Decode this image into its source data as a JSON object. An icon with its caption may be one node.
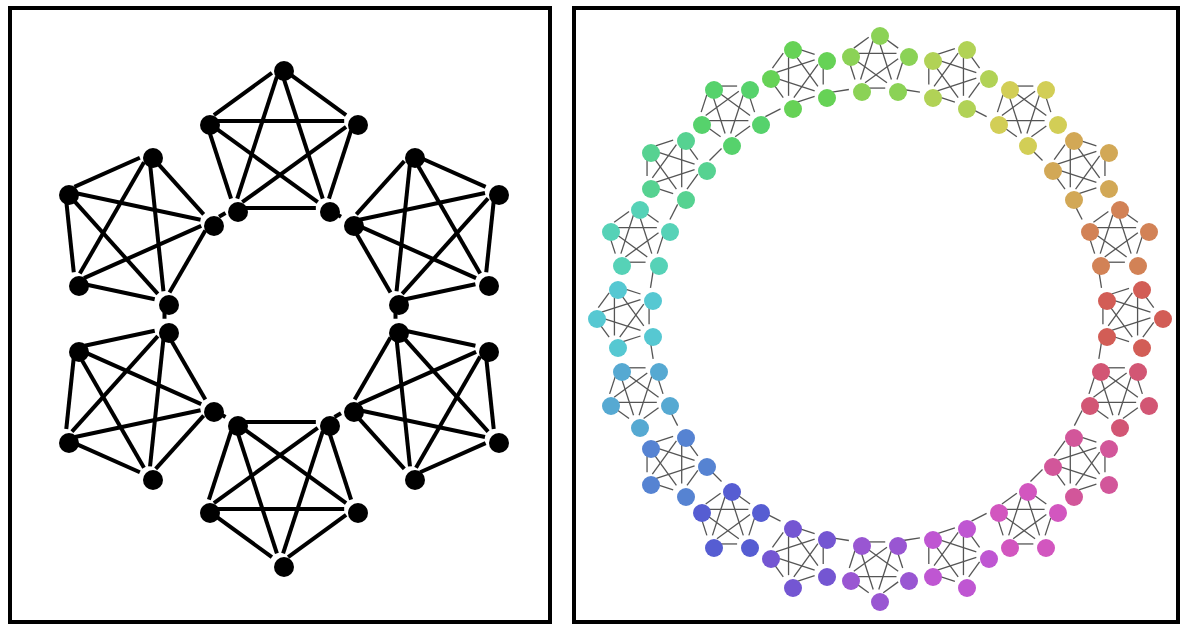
{
  "diagram": {
    "nodes": [
      {
        "text": [],
        "shape": "box"
      },
      {
        "text": [],
        "shape": "box"
      },
      {
        "text": [],
        "shape": "circle",
        "in": 0
      },
      {
        "text": [],
        "shape": "circle",
        "in": 0
      },
      {
        "text": [],
        "shape": "circle",
        "in": 0
      },
      {
        "text": [],
        "shape": "circle",
        "in": 0
      },
      {
        "text": [],
        "shape": "circle",
        "in": 0
      },
      {
        "text": [],
        "shape": "circle",
        "in": 0
      },
      {
        "text": [],
        "shape": "circle",
        "in": 0
      },
      {
        "text": [],
        "shape": "circle",
        "in": 0
      },
      {
        "text": [],
        "shape": "circle",
        "in": 0
      },
      {
        "text": [],
        "shape": "circle",
        "in": 0
      },
      {
        "text": [],
        "shape": "circle",
        "in": 0
      },
      {
        "text": [],
        "shape": "circle",
        "in": 0
      },
      {
        "text": [],
        "shape": "circle",
        "in": 0
      },
      {
        "text": [],
        "shape": "circle",
        "in": 0
      },
      {
        "text": [],
        "shape": "circle",
        "in": 0
      },
      {
        "text": [],
        "shape": "circle",
        "in": 0
      },
      {
        "text": [],
        "shape": "circle",
        "in": 0
      },
      {
        "text": [],
        "shape": "circle",
        "in": 0
      },
      {
        "text": [],
        "shape": "circle",
        "in": 0
      },
      {
        "text": [],
        "shape": "circle",
        "in": 0
      },
      {
        "text": [],
        "shape": "circle",
        "in": 0
      },
      {
        "text": [],
        "shape": "circle",
        "in": 0
      },
      {
        "text": [],
        "shape": "circle",
        "in": 0
      },
      {
        "text": [],
        "shape": "circle",
        "in": 0
      },
      {
        "text": [],
        "shape": "circle",
        "in": 0
      },
      {
        "text": [],
        "shape": "circle",
        "in": 0
      },
      {
        "text": [],
        "shape": "circle",
        "in": 0
      },
      {
        "text": [],
        "shape": "circle",
        "in": 0
      },
      {
        "text": [],
        "shape": "circle",
        "in": 0
      },
      {
        "text": [],
        "shape": "circle",
        "in": 0
      },
      {
        "text": [],
        "shape": "circle",
        "in": 1
      },
      {
        "text": [],
        "shape": "circle",
        "in": 1
      },
      {
        "text": [],
        "shape": "circle",
        "in": 1
      },
      {
        "text": [],
        "shape": "circle",
        "in": 1
      },
      {
        "text": [],
        "shape": "circle",
        "in": 1
      },
      {
        "text": [],
        "shape": "circle",
        "in": 1
      },
      {
        "text": [],
        "shape": "circle",
        "in": 1
      },
      {
        "text": [],
        "shape": "circle",
        "in": 1
      },
      {
        "text": [],
        "shape": "circle",
        "in": 1
      },
      {
        "text": [],
        "shape": "circle",
        "in": 1
      },
      {
        "text": [],
        "shape": "circle",
        "in": 1
      },
      {
        "text": [],
        "shape": "circle",
        "in": 1
      },
      {
        "text": [],
        "shape": "circle",
        "in": 1
      },
      {
        "text": [],
        "shape": "circle",
        "in": 1
      },
      {
        "text": [],
        "shape": "circle",
        "in": 1
      },
      {
        "text": [],
        "shape": "circle",
        "in": 1
      },
      {
        "text": [],
        "shape": "circle",
        "in": 1
      },
      {
        "text": [],
        "shape": "circle",
        "in": 1
      },
      {
        "text": [],
        "shape": "circle",
        "in": 1
      },
      {
        "text": [],
        "shape": "circle",
        "in": 1
      },
      {
        "text": [],
        "shape": "circle",
        "in": 1
      },
      {
        "text": [],
        "shape": "circle",
        "in": 1
      },
      {
        "text": [],
        "shape": "circle",
        "in": 1
      },
      {
        "text": [],
        "shape": "circle",
        "in": 1
      },
      {
        "text": [],
        "shape": "circle",
        "in": 1
      },
      {
        "text": [],
        "shape": "circle",
        "in": 1
      },
      {
        "text": [],
        "shape": "circle",
        "in": 1
      },
      {
        "text": [],
        "shape": "circle",
        "in": 1
      },
      {
        "text": [],
        "shape": "circle",
        "in": 1
      },
      {
        "text": [],
        "shape": "circle",
        "in": 1
      },
      {
        "text": [],
        "shape": "circle",
        "in": 1
      },
      {
        "text": [],
        "shape": "circle",
        "in": 1
      },
      {
        "text": [],
        "shape": "circle",
        "in": 1
      },
      {
        "text": [],
        "shape": "circle",
        "in": 1
      },
      {
        "text": [],
        "shape": "circle",
        "in": 1
      },
      {
        "text": [],
        "shape": "circle",
        "in": 1
      },
      {
        "text": [],
        "shape": "circle",
        "in": 1
      },
      {
        "text": [],
        "shape": "circle",
        "in": 1
      },
      {
        "text": [],
        "shape": "circle",
        "in": 1
      },
      {
        "text": [],
        "shape": "circle",
        "in": 1
      },
      {
        "text": [],
        "shape": "circle",
        "in": 1
      },
      {
        "text": [],
        "shape": "circle",
        "in": 1
      },
      {
        "text": [],
        "shape": "circle",
        "in": 1
      },
      {
        "text": [],
        "shape": "circle",
        "in": 1
      },
      {
        "text": [],
        "shape": "circle",
        "in": 1
      },
      {
        "text": [],
        "shape": "circle",
        "in": 1
      },
      {
        "text": [],
        "shape": "circle",
        "in": 1
      },
      {
        "text": [],
        "shape": "circle",
        "in": 1
      },
      {
        "text": [],
        "shape": "circle",
        "in": 1
      },
      {
        "text": [],
        "shape": "circle",
        "in": 1
      },
      {
        "text": [],
        "shape": "circle",
        "in": 1
      },
      {
        "text": [],
        "shape": "circle",
        "in": 1
      },
      {
        "text": [],
        "shape": "circle",
        "in": 1
      },
      {
        "text": [],
        "shape": "circle",
        "in": 1
      },
      {
        "text": [],
        "shape": "circle",
        "in": 1
      },
      {
        "text": [],
        "shape": "circle",
        "in": 1
      },
      {
        "text": [],
        "shape": "circle",
        "in": 1
      },
      {
        "text": [],
        "shape": "circle",
        "in": 1
      },
      {
        "text": [],
        "shape": "circle",
        "in": 1
      },
      {
        "text": [],
        "shape": "circle",
        "in": 1
      },
      {
        "text": [],
        "shape": "circle",
        "in": 1
      },
      {
        "text": [],
        "shape": "circle",
        "in": 1
      },
      {
        "text": [],
        "shape": "circle",
        "in": 1
      },
      {
        "text": [],
        "shape": "circle",
        "in": 1
      },
      {
        "text": [],
        "shape": "circle",
        "in": 1
      },
      {
        "text": [],
        "shape": "circle",
        "in": 1
      },
      {
        "text": [],
        "shape": "circle",
        "in": 1
      },
      {
        "text": [],
        "shape": "circle",
        "in": 1
      },
      {
        "text": [],
        "shape": "circle",
        "in": 1
      },
      {
        "text": [],
        "shape": "circle",
        "in": 1
      },
      {
        "text": [],
        "shape": "circle",
        "in": 1
      },
      {
        "text": [],
        "shape": "circle",
        "in": 1
      },
      {
        "text": [],
        "shape": "circle",
        "in": 1
      },
      {
        "text": [],
        "shape": "circle",
        "in": 1
      },
      {
        "text": [],
        "shape": "circle",
        "in": 1
      },
      {
        "text": [],
        "shape": "circle",
        "in": 1
      },
      {
        "text": [],
        "shape": "circle",
        "in": 1
      },
      {
        "text": [],
        "shape": "circle",
        "in": 1
      },
      {
        "text": [],
        "shape": "circle",
        "in": 1
      },
      {
        "text": [],
        "shape": "circle",
        "in": 1
      },
      {
        "text": [],
        "shape": "circle",
        "in": 1
      },
      {
        "text": [],
        "shape": "circle",
        "in": 1
      },
      {
        "text": [],
        "shape": "circle",
        "in": 1
      },
      {
        "text": [],
        "shape": "circle",
        "in": 1
      },
      {
        "text": [],
        "shape": "circle",
        "in": 1
      },
      {
        "text": [],
        "shape": "circle",
        "in": 1
      },
      {
        "text": [],
        "shape": "circle",
        "in": 1
      },
      {
        "text": [],
        "shape": "circle",
        "in": 1
      },
      {
        "text": [],
        "shape": "circle",
        "in": 1
      },
      {
        "text": [],
        "shape": "circle",
        "in": 1
      },
      {
        "text": [],
        "shape": "circle",
        "in": 1
      },
      {
        "text": [],
        "shape": "circle",
        "in": 1
      },
      {
        "text": [],
        "shape": "circle",
        "in": 1
      },
      {
        "text": [],
        "shape": "circle",
        "in": 1
      },
      {
        "text": [],
        "shape": "circle",
        "in": 1
      },
      {
        "text": [],
        "shape": "circle",
        "in": 1
      },
      {
        "text": [],
        "shape": "circle",
        "in": 1
      },
      {
        "text": [],
        "shape": "circle",
        "in": 1
      },
      {
        "text": [],
        "shape": "circle",
        "in": 1
      },
      {
        "text": [],
        "shape": "circle",
        "in": 1
      }
    ],
    "edges": [
      {
        "from": 2,
        "to": 3,
        "arrow": "none",
        "style": "thick",
        "color": "#000000"
      },
      {
        "from": 2,
        "to": 4,
        "arrow": "none",
        "style": "thick",
        "color": "#000000"
      },
      {
        "from": 2,
        "to": 5,
        "arrow": "none",
        "style": "thick",
        "color": "#000000"
      },
      {
        "from": 2,
        "to": 6,
        "arrow": "none",
        "style": "thick",
        "color": "#000000"
      },
      {
        "from": 3,
        "to": 4,
        "arrow": "none",
        "style": "thick",
        "color": "#000000"
      },
      {
        "from": 3,
        "to": 5,
        "arrow": "none",
        "style": "thick",
        "color": "#000000"
      },
      {
        "from": 3,
        "to": 6,
        "arrow": "none",
        "style": "thick",
        "color": "#000000"
      },
      {
        "from": 4,
        "to": 5,
        "arrow": "none",
        "style": "thick",
        "color": "#000000"
      },
      {
        "from": 4,
        "to": 6,
        "arrow": "none",
        "style": "thick",
        "color": "#000000"
      },
      {
        "from": 5,
        "to": 6,
        "arrow": "none",
        "style": "thick",
        "color": "#000000"
      },
      {
        "from": 6,
        "to": 7,
        "arrow": "none",
        "style": "thick",
        "color": "#000000"
      },
      {
        "from": 7,
        "to": 8,
        "arrow": "none",
        "style": "thick",
        "color": "#000000"
      },
      {
        "from": 7,
        "to": 9,
        "arrow": "none",
        "style": "thick",
        "color": "#000000"
      },
      {
        "from": 7,
        "to": 10,
        "arrow": "none",
        "style": "thick",
        "color": "#000000"
      },
      {
        "from": 7,
        "to": 11,
        "arrow": "none",
        "style": "thick",
        "color": "#000000"
      },
      {
        "from": 8,
        "to": 9,
        "arrow": "none",
        "style": "thick",
        "color": "#000000"
      },
      {
        "from": 8,
        "to": 10,
        "arrow": "none",
        "style": "thick",
        "color": "#000000"
      },
      {
        "from": 8,
        "to": 11,
        "arrow": "none",
        "style": "thick",
        "color": "#000000"
      },
      {
        "from": 9,
        "to": 10,
        "arrow": "none",
        "style": "thick",
        "color": "#000000"
      },
      {
        "from": 9,
        "to": 11,
        "arrow": "none",
        "style": "thick",
        "color": "#000000"
      },
      {
        "from": 10,
        "to": 11,
        "arrow": "none",
        "style": "thick",
        "color": "#000000"
      },
      {
        "from": 11,
        "to": 12,
        "arrow": "none",
        "style": "thick",
        "color": "#000000"
      },
      {
        "from": 12,
        "to": 13,
        "arrow": "none",
        "style": "thick",
        "color": "#000000"
      },
      {
        "from": 12,
        "to": 14,
        "arrow": "none",
        "style": "thick",
        "color": "#000000"
      },
      {
        "from": 12,
        "to": 15,
        "arrow": "none",
        "style": "thick",
        "color": "#000000"
      },
      {
        "from": 12,
        "to": 16,
        "arrow": "none",
        "style": "thick",
        "color": "#000000"
      },
      {
        "from": 13,
        "to": 14,
        "arrow": "none",
        "style": "thick",
        "color": "#000000"
      },
      {
        "from": 13,
        "to": 15,
        "arrow": "none",
        "style": "thick",
        "color": "#000000"
      },
      {
        "from": 13,
        "to": 16,
        "arrow": "none",
        "style": "thick",
        "color": "#000000"
      },
      {
        "from": 14,
        "to": 15,
        "arrow": "none",
        "style": "thick",
        "color": "#000000"
      },
      {
        "from": 14,
        "to": 16,
        "arrow": "none",
        "style": "thick",
        "color": "#000000"
      },
      {
        "from": 15,
        "to": 16,
        "arrow": "none",
        "style": "thick",
        "color": "#000000"
      },
      {
        "from": 16,
        "to": 17,
        "arrow": "none",
        "style": "thick",
        "color": "#000000"
      },
      {
        "from": 17,
        "to": 18,
        "arrow": "none",
        "style": "thick",
        "color": "#000000"
      },
      {
        "from": 17,
        "to": 19,
        "arrow": "none",
        "style": "thick",
        "color": "#000000"
      },
      {
        "from": 17,
        "to": 20,
        "arrow": "none",
        "style": "thick",
        "color": "#000000"
      },
      {
        "from": 17,
        "to": 21,
        "arrow": "none",
        "style": "thick",
        "color": "#000000"
      },
      {
        "from": 18,
        "to": 19,
        "arrow": "none",
        "style": "thick",
        "color": "#000000"
      },
      {
        "from": 18,
        "to": 20,
        "arrow": "none",
        "style": "thick",
        "color": "#000000"
      },
      {
        "from": 18,
        "to": 21,
        "arrow": "none",
        "style": "thick",
        "color": "#000000"
      },
      {
        "from": 19,
        "to": 20,
        "arrow": "none",
        "style": "thick",
        "color": "#000000"
      },
      {
        "from": 19,
        "to": 21,
        "arrow": "none",
        "style": "thick",
        "color": "#000000"
      },
      {
        "from": 20,
        "to": 21,
        "arrow": "none",
        "style": "thick",
        "color": "#000000"
      },
      {
        "from": 21,
        "to": 22,
        "arrow": "none",
        "style": "thick",
        "color": "#000000"
      },
      {
        "from": 22,
        "to": 23,
        "arrow": "none",
        "style": "thick",
        "color": "#000000"
      },
      {
        "from": 22,
        "to": 24,
        "arrow": "none",
        "style": "thick",
        "color": "#000000"
      },
      {
        "from": 22,
        "to": 25,
        "arrow": "none",
        "style": "thick",
        "color": "#000000"
      },
      {
        "from": 22,
        "to": 26,
        "arrow": "none",
        "style": "thick",
        "color": "#000000"
      },
      {
        "from": 23,
        "to": 24,
        "arrow": "none",
        "style": "thick",
        "color": "#000000"
      },
      {
        "from": 23,
        "to": 25,
        "arrow": "none",
        "style": "thick",
        "color": "#000000"
      },
      {
        "from": 23,
        "to": 26,
        "arrow": "none",
        "style": "thick",
        "color": "#000000"
      },
      {
        "from": 24,
        "to": 25,
        "arrow": "none",
        "style": "thick",
        "color": "#000000"
      },
      {
        "from": 24,
        "to": 26,
        "arrow": "none",
        "style": "thick",
        "color": "#000000"
      },
      {
        "from": 25,
        "to": 26,
        "arrow": "none",
        "style": "thick",
        "color": "#000000"
      },
      {
        "from": 26,
        "to": 27,
        "arrow": "none",
        "style": "thick",
        "color": "#000000"
      },
      {
        "from": 27,
        "to": 28,
        "arrow": "none",
        "style": "thick",
        "color": "#000000"
      },
      {
        "from": 27,
        "to": 29,
        "arrow": "none",
        "style": "thick",
        "color": "#000000"
      },
      {
        "from": 27,
        "to": 30,
        "arrow": "none",
        "style": "thick",
        "color": "#000000"
      },
      {
        "from": 27,
        "to": 31,
        "arrow": "none",
        "style": "thick",
        "color": "#000000"
      },
      {
        "from": 28,
        "to": 29,
        "arrow": "none",
        "style": "thick",
        "color": "#000000"
      },
      {
        "from": 28,
        "to": 30,
        "arrow": "none",
        "style": "thick",
        "color": "#000000"
      },
      {
        "from": 28,
        "to": 31,
        "arrow": "none",
        "style": "thick",
        "color": "#000000"
      },
      {
        "from": 29,
        "to": 30,
        "arrow": "none",
        "style": "thick",
        "color": "#000000"
      },
      {
        "from": 29,
        "to": 31,
        "arrow": "none",
        "style": "thick",
        "color": "#000000"
      },
      {
        "from": 30,
        "to": 31,
        "arrow": "none",
        "style": "thick",
        "color": "#000000"
      },
      {
        "from": 31,
        "to": 2,
        "arrow": "none",
        "style": "thick",
        "color": "#000000"
      },
      {
        "from": 32,
        "to": 33,
        "arrow": "none"
      },
      {
        "from": 32,
        "to": 34,
        "arrow": "none"
      },
      {
        "from": 32,
        "to": 35,
        "arrow": "none"
      },
      {
        "from": 32,
        "to": 36,
        "arrow": "none"
      },
      {
        "from": 33,
        "to": 34,
        "arrow": "none"
      },
      {
        "from": 33,
        "to": 35,
        "arrow": "none"
      },
      {
        "from": 33,
        "to": 36,
        "arrow": "none"
      },
      {
        "from": 34,
        "to": 35,
        "arrow": "none"
      },
      {
        "from": 34,
        "to": 36,
        "arrow": "none"
      },
      {
        "from": 35,
        "to": 36,
        "arrow": "none"
      },
      {
        "from": 36,
        "to": 37,
        "arrow": "none"
      },
      {
        "from": 37,
        "to": 38,
        "arrow": "none"
      },
      {
        "from": 37,
        "to": 39,
        "arrow": "none"
      },
      {
        "from": 37,
        "to": 40,
        "arrow": "none"
      },
      {
        "from": 37,
        "to": 41,
        "arrow": "none"
      },
      {
        "from": 38,
        "to": 39,
        "arrow": "none"
      },
      {
        "from": 38,
        "to": 40,
        "arrow": "none"
      },
      {
        "from": 38,
        "to": 41,
        "arrow": "none"
      },
      {
        "from": 39,
        "to": 40,
        "arrow": "none"
      },
      {
        "from": 39,
        "to": 41,
        "arrow": "none"
      },
      {
        "from": 40,
        "to": 41,
        "arrow": "none"
      },
      {
        "from": 41,
        "to": 42,
        "arrow": "none"
      },
      {
        "from": 42,
        "to": 43,
        "arrow": "none"
      },
      {
        "from": 42,
        "to": 44,
        "arrow": "none"
      },
      {
        "from": 42,
        "to": 45,
        "arrow": "none"
      },
      {
        "from": 42,
        "to": 46,
        "arrow": "none"
      },
      {
        "from": 43,
        "to": 44,
        "arrow": "none"
      },
      {
        "from": 43,
        "to": 45,
        "arrow": "none"
      },
      {
        "from": 43,
        "to": 46,
        "arrow": "none"
      },
      {
        "from": 44,
        "to": 45,
        "arrow": "none"
      },
      {
        "from": 44,
        "to": 46,
        "arrow": "none"
      },
      {
        "from": 45,
        "to": 46,
        "arrow": "none"
      },
      {
        "from": 46,
        "to": 47,
        "arrow": "none"
      },
      {
        "from": 47,
        "to": 48,
        "arrow": "none"
      },
      {
        "from": 47,
        "to": 49,
        "arrow": "none"
      },
      {
        "from": 47,
        "to": 50,
        "arrow": "none"
      },
      {
        "from": 47,
        "to": 51,
        "arrow": "none"
      },
      {
        "from": 48,
        "to": 49,
        "arrow": "none"
      },
      {
        "from": 48,
        "to": 50,
        "arrow": "none"
      },
      {
        "from": 48,
        "to": 51,
        "arrow": "none"
      },
      {
        "from": 49,
        "to": 50,
        "arrow": "none"
      },
      {
        "from": 49,
        "to": 51,
        "arrow": "none"
      },
      {
        "from": 50,
        "to": 51,
        "arrow": "none"
      },
      {
        "from": 51,
        "to": 52,
        "arrow": "none"
      },
      {
        "from": 52,
        "to": 53,
        "arrow": "none"
      },
      {
        "from": 52,
        "to": 54,
        "arrow": "none"
      },
      {
        "from": 52,
        "to": 55,
        "arrow": "none"
      },
      {
        "from": 52,
        "to": 56,
        "arrow": "none"
      },
      {
        "from": 53,
        "to": 54,
        "arrow": "none"
      },
      {
        "from": 53,
        "to": 55,
        "arrow": "none"
      },
      {
        "from": 53,
        "to": 56,
        "arrow": "none"
      },
      {
        "from": 54,
        "to": 55,
        "arrow": "none"
      },
      {
        "from": 54,
        "to": 56,
        "arrow": "none"
      },
      {
        "from": 55,
        "to": 56,
        "arrow": "none"
      },
      {
        "from": 56,
        "to": 57,
        "arrow": "none"
      },
      {
        "from": 57,
        "to": 58,
        "arrow": "none"
      },
      {
        "from": 57,
        "to": 59,
        "arrow": "none"
      },
      {
        "from": 57,
        "to": 60,
        "arrow": "none"
      },
      {
        "from": 57,
        "to": 61,
        "arrow": "none"
      },
      {
        "from": 58,
        "to": 59,
        "arrow": "none"
      },
      {
        "from": 58,
        "to": 60,
        "arrow": "none"
      },
      {
        "from": 58,
        "to": 61,
        "arrow": "none"
      },
      {
        "from": 59,
        "to": 60,
        "arrow": "none"
      },
      {
        "from": 59,
        "to": 61,
        "arrow": "none"
      },
      {
        "from": 60,
        "to": 61,
        "arrow": "none"
      },
      {
        "from": 61,
        "to": 62,
        "arrow": "none"
      },
      {
        "from": 62,
        "to": 63,
        "arrow": "none"
      },
      {
        "from": 62,
        "to": 64,
        "arrow": "none"
      },
      {
        "from": 62,
        "to": 65,
        "arrow": "none"
      },
      {
        "from": 62,
        "to": 66,
        "arrow": "none"
      },
      {
        "from": 63,
        "to": 64,
        "arrow": "none"
      },
      {
        "from": 63,
        "to": 65,
        "arrow": "none"
      },
      {
        "from": 63,
        "to": 66,
        "arrow": "none"
      },
      {
        "from": 64,
        "to": 65,
        "arrow": "none"
      },
      {
        "from": 64,
        "to": 66,
        "arrow": "none"
      },
      {
        "from": 65,
        "to": 66,
        "arrow": "none"
      },
      {
        "from": 66,
        "to": 67,
        "arrow": "none"
      },
      {
        "from": 67,
        "to": 68,
        "arrow": "none"
      },
      {
        "from": 67,
        "to": 69,
        "arrow": "none"
      },
      {
        "from": 67,
        "to": 70,
        "arrow": "none"
      },
      {
        "from": 67,
        "to": 71,
        "arrow": "none"
      },
      {
        "from": 68,
        "to": 69,
        "arrow": "none"
      },
      {
        "from": 68,
        "to": 70,
        "arrow": "none"
      },
      {
        "from": 68,
        "to": 71,
        "arrow": "none"
      },
      {
        "from": 69,
        "to": 70,
        "arrow": "none"
      },
      {
        "from": 69,
        "to": 71,
        "arrow": "none"
      },
      {
        "from": 70,
        "to": 71,
        "arrow": "none"
      },
      {
        "from": 71,
        "to": 72,
        "arrow": "none"
      },
      {
        "from": 72,
        "to": 73,
        "arrow": "none"
      },
      {
        "from": 72,
        "to": 74,
        "arrow": "none"
      },
      {
        "from": 72,
        "to": 75,
        "arrow": "none"
      },
      {
        "from": 72,
        "to": 76,
        "arrow": "none"
      },
      {
        "from": 73,
        "to": 74,
        "arrow": "none"
      },
      {
        "from": 73,
        "to": 75,
        "arrow": "none"
      },
      {
        "from": 73,
        "to": 76,
        "arrow": "none"
      },
      {
        "from": 74,
        "to": 75,
        "arrow": "none"
      },
      {
        "from": 74,
        "to": 76,
        "arrow": "none"
      },
      {
        "from": 75,
        "to": 76,
        "arrow": "none"
      },
      {
        "from": 76,
        "to": 77,
        "arrow": "none"
      },
      {
        "from": 77,
        "to": 78,
        "arrow": "none"
      },
      {
        "from": 77,
        "to": 79,
        "arrow": "none"
      },
      {
        "from": 77,
        "to": 80,
        "arrow": "none"
      },
      {
        "from": 77,
        "to": 81,
        "arrow": "none"
      },
      {
        "from": 78,
        "to": 79,
        "arrow": "none"
      },
      {
        "from": 78,
        "to": 80,
        "arrow": "none"
      },
      {
        "from": 78,
        "to": 81,
        "arrow": "none"
      },
      {
        "from": 79,
        "to": 80,
        "arrow": "none"
      },
      {
        "from": 79,
        "to": 81,
        "arrow": "none"
      },
      {
        "from": 80,
        "to": 81,
        "arrow": "none"
      },
      {
        "from": 81,
        "to": 82,
        "arrow": "none"
      },
      {
        "from": 82,
        "to": 83,
        "arrow": "none"
      },
      {
        "from": 82,
        "to": 84,
        "arrow": "none"
      },
      {
        "from": 82,
        "to": 85,
        "arrow": "none"
      },
      {
        "from": 82,
        "to": 86,
        "arrow": "none"
      },
      {
        "from": 83,
        "to": 84,
        "arrow": "none"
      },
      {
        "from": 83,
        "to": 85,
        "arrow": "none"
      },
      {
        "from": 83,
        "to": 86,
        "arrow": "none"
      },
      {
        "from": 84,
        "to": 85,
        "arrow": "none"
      },
      {
        "from": 84,
        "to": 86,
        "arrow": "none"
      },
      {
        "from": 85,
        "to": 86,
        "arrow": "none"
      },
      {
        "from": 86,
        "to": 87,
        "arrow": "none"
      },
      {
        "from": 87,
        "to": 88,
        "arrow": "none"
      },
      {
        "from": 87,
        "to": 89,
        "arrow": "none"
      },
      {
        "from": 87,
        "to": 90,
        "arrow": "none"
      },
      {
        "from": 87,
        "to": 91,
        "arrow": "none"
      },
      {
        "from": 88,
        "to": 89,
        "arrow": "none"
      },
      {
        "from": 88,
        "to": 90,
        "arrow": "none"
      },
      {
        "from": 88,
        "to": 91,
        "arrow": "none"
      },
      {
        "from": 89,
        "to": 90,
        "arrow": "none"
      },
      {
        "from": 89,
        "to": 91,
        "arrow": "none"
      },
      {
        "from": 90,
        "to": 91,
        "arrow": "none"
      },
      {
        "from": 91,
        "to": 92,
        "arrow": "none"
      },
      {
        "from": 92,
        "to": 93,
        "arrow": "none"
      },
      {
        "from": 92,
        "to": 94,
        "arrow": "none"
      },
      {
        "from": 92,
        "to": 95,
        "arrow": "none"
      },
      {
        "from": 92,
        "to": 96,
        "arrow": "none"
      },
      {
        "from": 93,
        "to": 94,
        "arrow": "none"
      },
      {
        "from": 93,
        "to": 95,
        "arrow": "none"
      },
      {
        "from": 93,
        "to": 96,
        "arrow": "none"
      },
      {
        "from": 94,
        "to": 95,
        "arrow": "none"
      },
      {
        "from": 94,
        "to": 96,
        "arrow": "none"
      },
      {
        "from": 95,
        "to": 96,
        "arrow": "none"
      },
      {
        "from": 96,
        "to": 97,
        "arrow": "none"
      },
      {
        "from": 97,
        "to": 98,
        "arrow": "none"
      },
      {
        "from": 97,
        "to": 99,
        "arrow": "none"
      },
      {
        "from": 97,
        "to": 100,
        "arrow": "none"
      },
      {
        "from": 97,
        "to": 101,
        "arrow": "none"
      },
      {
        "from": 98,
        "to": 99,
        "arrow": "none"
      },
      {
        "from": 98,
        "to": 100,
        "arrow": "none"
      },
      {
        "from": 98,
        "to": 101,
        "arrow": "none"
      },
      {
        "from": 99,
        "to": 100,
        "arrow": "none"
      },
      {
        "from": 99,
        "to": 101,
        "arrow": "none"
      },
      {
        "from": 100,
        "to": 101,
        "arrow": "none"
      },
      {
        "from": 101,
        "to": 102,
        "arrow": "none"
      },
      {
        "from": 102,
        "to": 103,
        "arrow": "none"
      },
      {
        "from": 102,
        "to": 104,
        "arrow": "none"
      },
      {
        "from": 102,
        "to": 105,
        "arrow": "none"
      },
      {
        "from": 102,
        "to": 106,
        "arrow": "none"
      },
      {
        "from": 103,
        "to": 104,
        "arrow": "none"
      },
      {
        "from": 103,
        "to": 105,
        "arrow": "none"
      },
      {
        "from": 103,
        "to": 106,
        "arrow": "none"
      },
      {
        "from": 104,
        "to": 105,
        "arrow": "none"
      },
      {
        "from": 104,
        "to": 106,
        "arrow": "none"
      },
      {
        "from": 105,
        "to": 106,
        "arrow": "none"
      },
      {
        "from": 106,
        "to": 107,
        "arrow": "none"
      },
      {
        "from": 107,
        "to": 108,
        "arrow": "none"
      },
      {
        "from": 107,
        "to": 109,
        "arrow": "none"
      },
      {
        "from": 107,
        "to": 110,
        "arrow": "none"
      },
      {
        "from": 107,
        "to": 111,
        "arrow": "none"
      },
      {
        "from": 108,
        "to": 109,
        "arrow": "none"
      },
      {
        "from": 108,
        "to": 110,
        "arrow": "none"
      },
      {
        "from": 108,
        "to": 111,
        "arrow": "none"
      },
      {
        "from": 109,
        "to": 110,
        "arrow": "none"
      },
      {
        "from": 109,
        "to": 111,
        "arrow": "none"
      },
      {
        "from": 110,
        "to": 111,
        "arrow": "none"
      },
      {
        "from": 111,
        "to": 112,
        "arrow": "none"
      },
      {
        "from": 112,
        "to": 113,
        "arrow": "none"
      },
      {
        "from": 112,
        "to": 114,
        "arrow": "none"
      },
      {
        "from": 112,
        "to": 115,
        "arrow": "none"
      },
      {
        "from": 112,
        "to": 116,
        "arrow": "none"
      },
      {
        "from": 113,
        "to": 114,
        "arrow": "none"
      },
      {
        "from": 113,
        "to": 115,
        "arrow": "none"
      },
      {
        "from": 113,
        "to": 116,
        "arrow": "none"
      },
      {
        "from": 114,
        "to": 115,
        "arrow": "none"
      },
      {
        "from": 114,
        "to": 116,
        "arrow": "none"
      },
      {
        "from": 115,
        "to": 116,
        "arrow": "none"
      },
      {
        "from": 116,
        "to": 117,
        "arrow": "none"
      },
      {
        "from": 117,
        "to": 118,
        "arrow": "none"
      },
      {
        "from": 117,
        "to": 119,
        "arrow": "none"
      },
      {
        "from": 117,
        "to": 120,
        "arrow": "none"
      },
      {
        "from": 117,
        "to": 121,
        "arrow": "none"
      },
      {
        "from": 118,
        "to": 119,
        "arrow": "none"
      },
      {
        "from": 118,
        "to": 120,
        "arrow": "none"
      },
      {
        "from": 118,
        "to": 121,
        "arrow": "none"
      },
      {
        "from": 119,
        "to": 120,
        "arrow": "none"
      },
      {
        "from": 119,
        "to": 121,
        "arrow": "none"
      },
      {
        "from": 120,
        "to": 121,
        "arrow": "none"
      },
      {
        "from": 121,
        "to": 122,
        "arrow": "none"
      },
      {
        "from": 122,
        "to": 123,
        "arrow": "none"
      },
      {
        "from": 122,
        "to": 124,
        "arrow": "none"
      },
      {
        "from": 122,
        "to": 125,
        "arrow": "none"
      },
      {
        "from": 122,
        "to": 126,
        "arrow": "none"
      },
      {
        "from": 123,
        "to": 124,
        "arrow": "none"
      },
      {
        "from": 123,
        "to": 125,
        "arrow": "none"
      },
      {
        "from": 123,
        "to": 126,
        "arrow": "none"
      },
      {
        "from": 124,
        "to": 125,
        "arrow": "none"
      },
      {
        "from": 124,
        "to": 126,
        "arrow": "none"
      },
      {
        "from": 125,
        "to": 126,
        "arrow": "none"
      },
      {
        "from": 126,
        "to": 127,
        "arrow": "none"
      },
      {
        "from": 127,
        "to": 128,
        "arrow": "none"
      },
      {
        "from": 127,
        "to": 129,
        "arrow": "none"
      },
      {
        "from": 127,
        "to": 130,
        "arrow": "none"
      },
      {
        "from": 127,
        "to": 131,
        "arrow": "none"
      },
      {
        "from": 128,
        "to": 129,
        "arrow": "none"
      },
      {
        "from": 128,
        "to": 130,
        "arrow": "none"
      },
      {
        "from": 128,
        "to": 131,
        "arrow": "none"
      },
      {
        "from": 129,
        "to": 130,
        "arrow": "none"
      },
      {
        "from": 129,
        "to": 131,
        "arrow": "none"
      },
      {
        "from": 130,
        "to": 131,
        "arrow": "none"
      },
      {
        "from": 131,
        "to": 32,
        "arrow": "none"
      }
    ]
  }
}
